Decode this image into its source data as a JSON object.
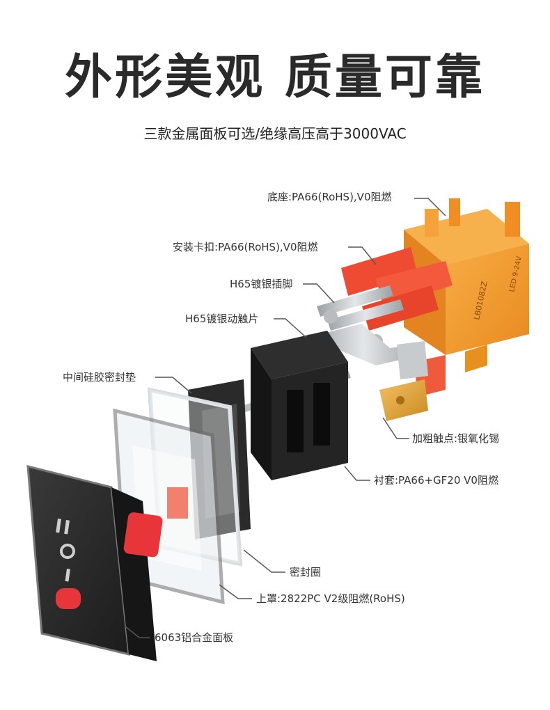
{
  "header": {
    "title": "外形美观 质量可靠",
    "subtitle": "三款金属面板可选/绝缘高压高于3000VAC"
  },
  "callouts": {
    "base": "底座:PA66(RoHS),V0阻燃",
    "clip": "安装卡扣:PA66(RoHS),V0阻燃",
    "pins": "H65镀银插脚",
    "moving_contact": "H65镀银动触片",
    "gasket": "中间硅胶密封垫",
    "contact_point": "加粗触点:银氧化锡",
    "sleeve": "衬套:PA66+GF20 V0阻燃",
    "seal_ring": "密封圈",
    "upper_cover": "上罩:2822PC V2级阻燃(RoHS)",
    "panel": "6063铝合金面板"
  },
  "product_markings": {
    "model": "LB01082Z",
    "voltage": "LED 9-24V"
  },
  "colors": {
    "base_orange": "#f29a2e",
    "clip_red": "#ee4b32",
    "panel_dark": "#2b2b2b",
    "sleeve_black": "#1f1f1f",
    "metal_silver": "#bfc3c6",
    "indicator_red": "#e8353a"
  }
}
